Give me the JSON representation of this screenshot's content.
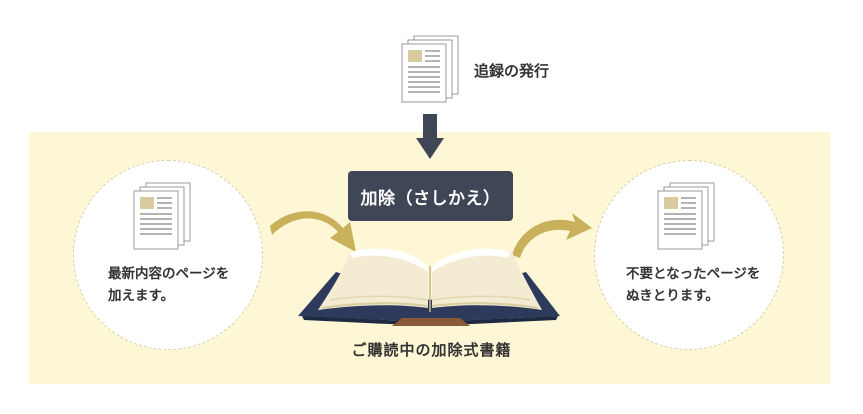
{
  "top": {
    "label": "追録の発行"
  },
  "center": {
    "badge": "加除（さしかえ）",
    "caption": "ご購読中の加除式書籍"
  },
  "left": {
    "text": "最新内容のページを\n加えます。"
  },
  "right": {
    "text": "不要となったページを\nぬきとります。"
  },
  "colors": {
    "panel": "#fdf7d6",
    "badge": "#3f4656",
    "arrow_gold": "#c8b15a",
    "arrow_dark": "#3f4656",
    "book_cover": "#2d3a5c"
  },
  "icons": [
    "document-stack-icon",
    "down-arrow-icon",
    "curved-arrow-icon",
    "open-book-icon"
  ]
}
